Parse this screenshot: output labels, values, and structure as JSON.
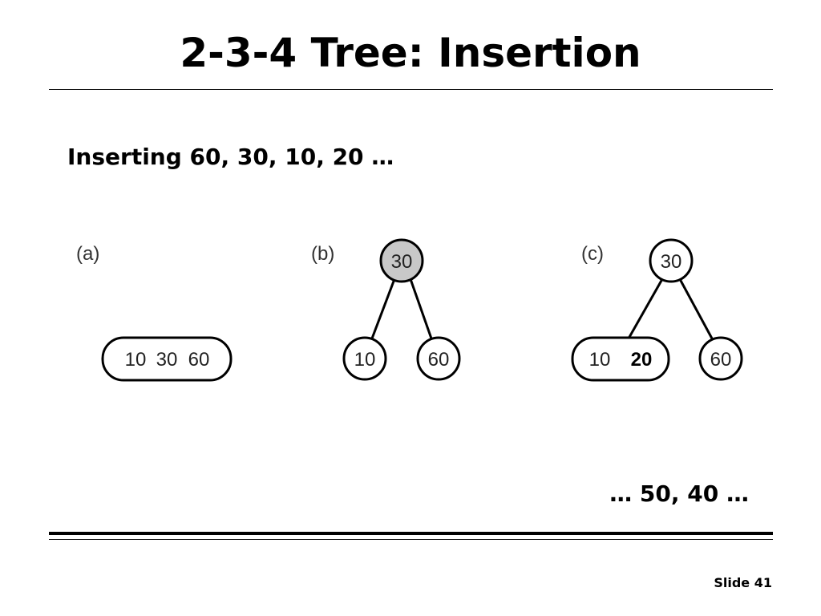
{
  "slide": {
    "title": "2-3-4 Tree: Insertion",
    "subtitle": "Inserting 60, 30, 10, 20 …",
    "continuation": "… 50, 40 …",
    "slide_number": "Slide 41"
  },
  "diagram": {
    "panels": [
      {
        "label": "(a)",
        "nodes": [
          {
            "keys": [
              "10",
              "30",
              "60"
            ]
          }
        ]
      },
      {
        "label": "(b)",
        "root": {
          "keys": [
            "30"
          ],
          "shaded": true
        },
        "children": [
          {
            "keys": [
              "10"
            ]
          },
          {
            "keys": [
              "60"
            ]
          }
        ]
      },
      {
        "label": "(c)",
        "root": {
          "keys": [
            "30"
          ]
        },
        "children": [
          {
            "keys": [
              "10",
              "20"
            ],
            "highlighted_key": "20"
          },
          {
            "keys": [
              "60"
            ]
          }
        ]
      }
    ],
    "colors": {
      "shaded_node": "#c8c8c8",
      "stroke": "#000000"
    }
  }
}
